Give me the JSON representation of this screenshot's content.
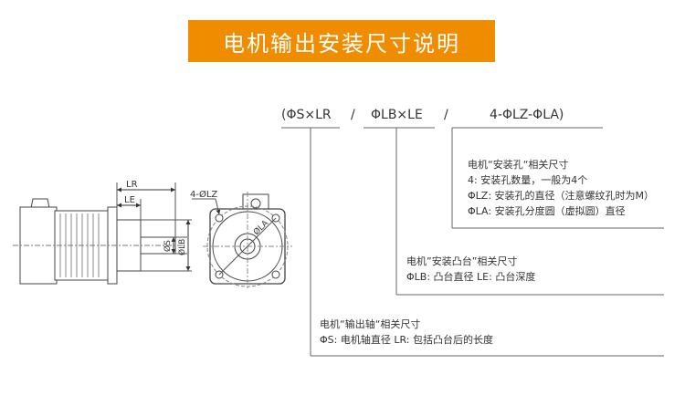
{
  "title": "电机输出安装尺寸说明",
  "code": {
    "part1": "(ΦS×LR",
    "sep1": "/",
    "part2": "ΦLB×LE",
    "sep2": "/",
    "part3": "4-ΦLZ-ΦLA)"
  },
  "mount_holes_note": {
    "heading": "电机“安装孔“相关尺寸",
    "line1": "4: 安装孔数量，一般为4个",
    "line2": "ΦLZ: 安装孔的直径（注意螺纹孔时为M）",
    "line3": "ΦLA: 安装孔分度圆（虚拟圆）直径"
  },
  "boss_note": {
    "heading": "电机”安装凸台”相关尺寸",
    "line1": "ΦLB: 凸台直径    LE: 凸台深度"
  },
  "shaft_note": {
    "heading": "电机“输出轴“相关尺寸",
    "line1": "ΦS: 电机轴直径    LR: 包括凸台后的长度"
  },
  "drawing_labels": {
    "lr": "LR",
    "le": "LE",
    "s": "ØS",
    "lb": "ØLB",
    "lz": "4-ØLZ",
    "la": "ØLA"
  },
  "colors": {
    "banner": "#f08c00",
    "line": "#555555"
  }
}
